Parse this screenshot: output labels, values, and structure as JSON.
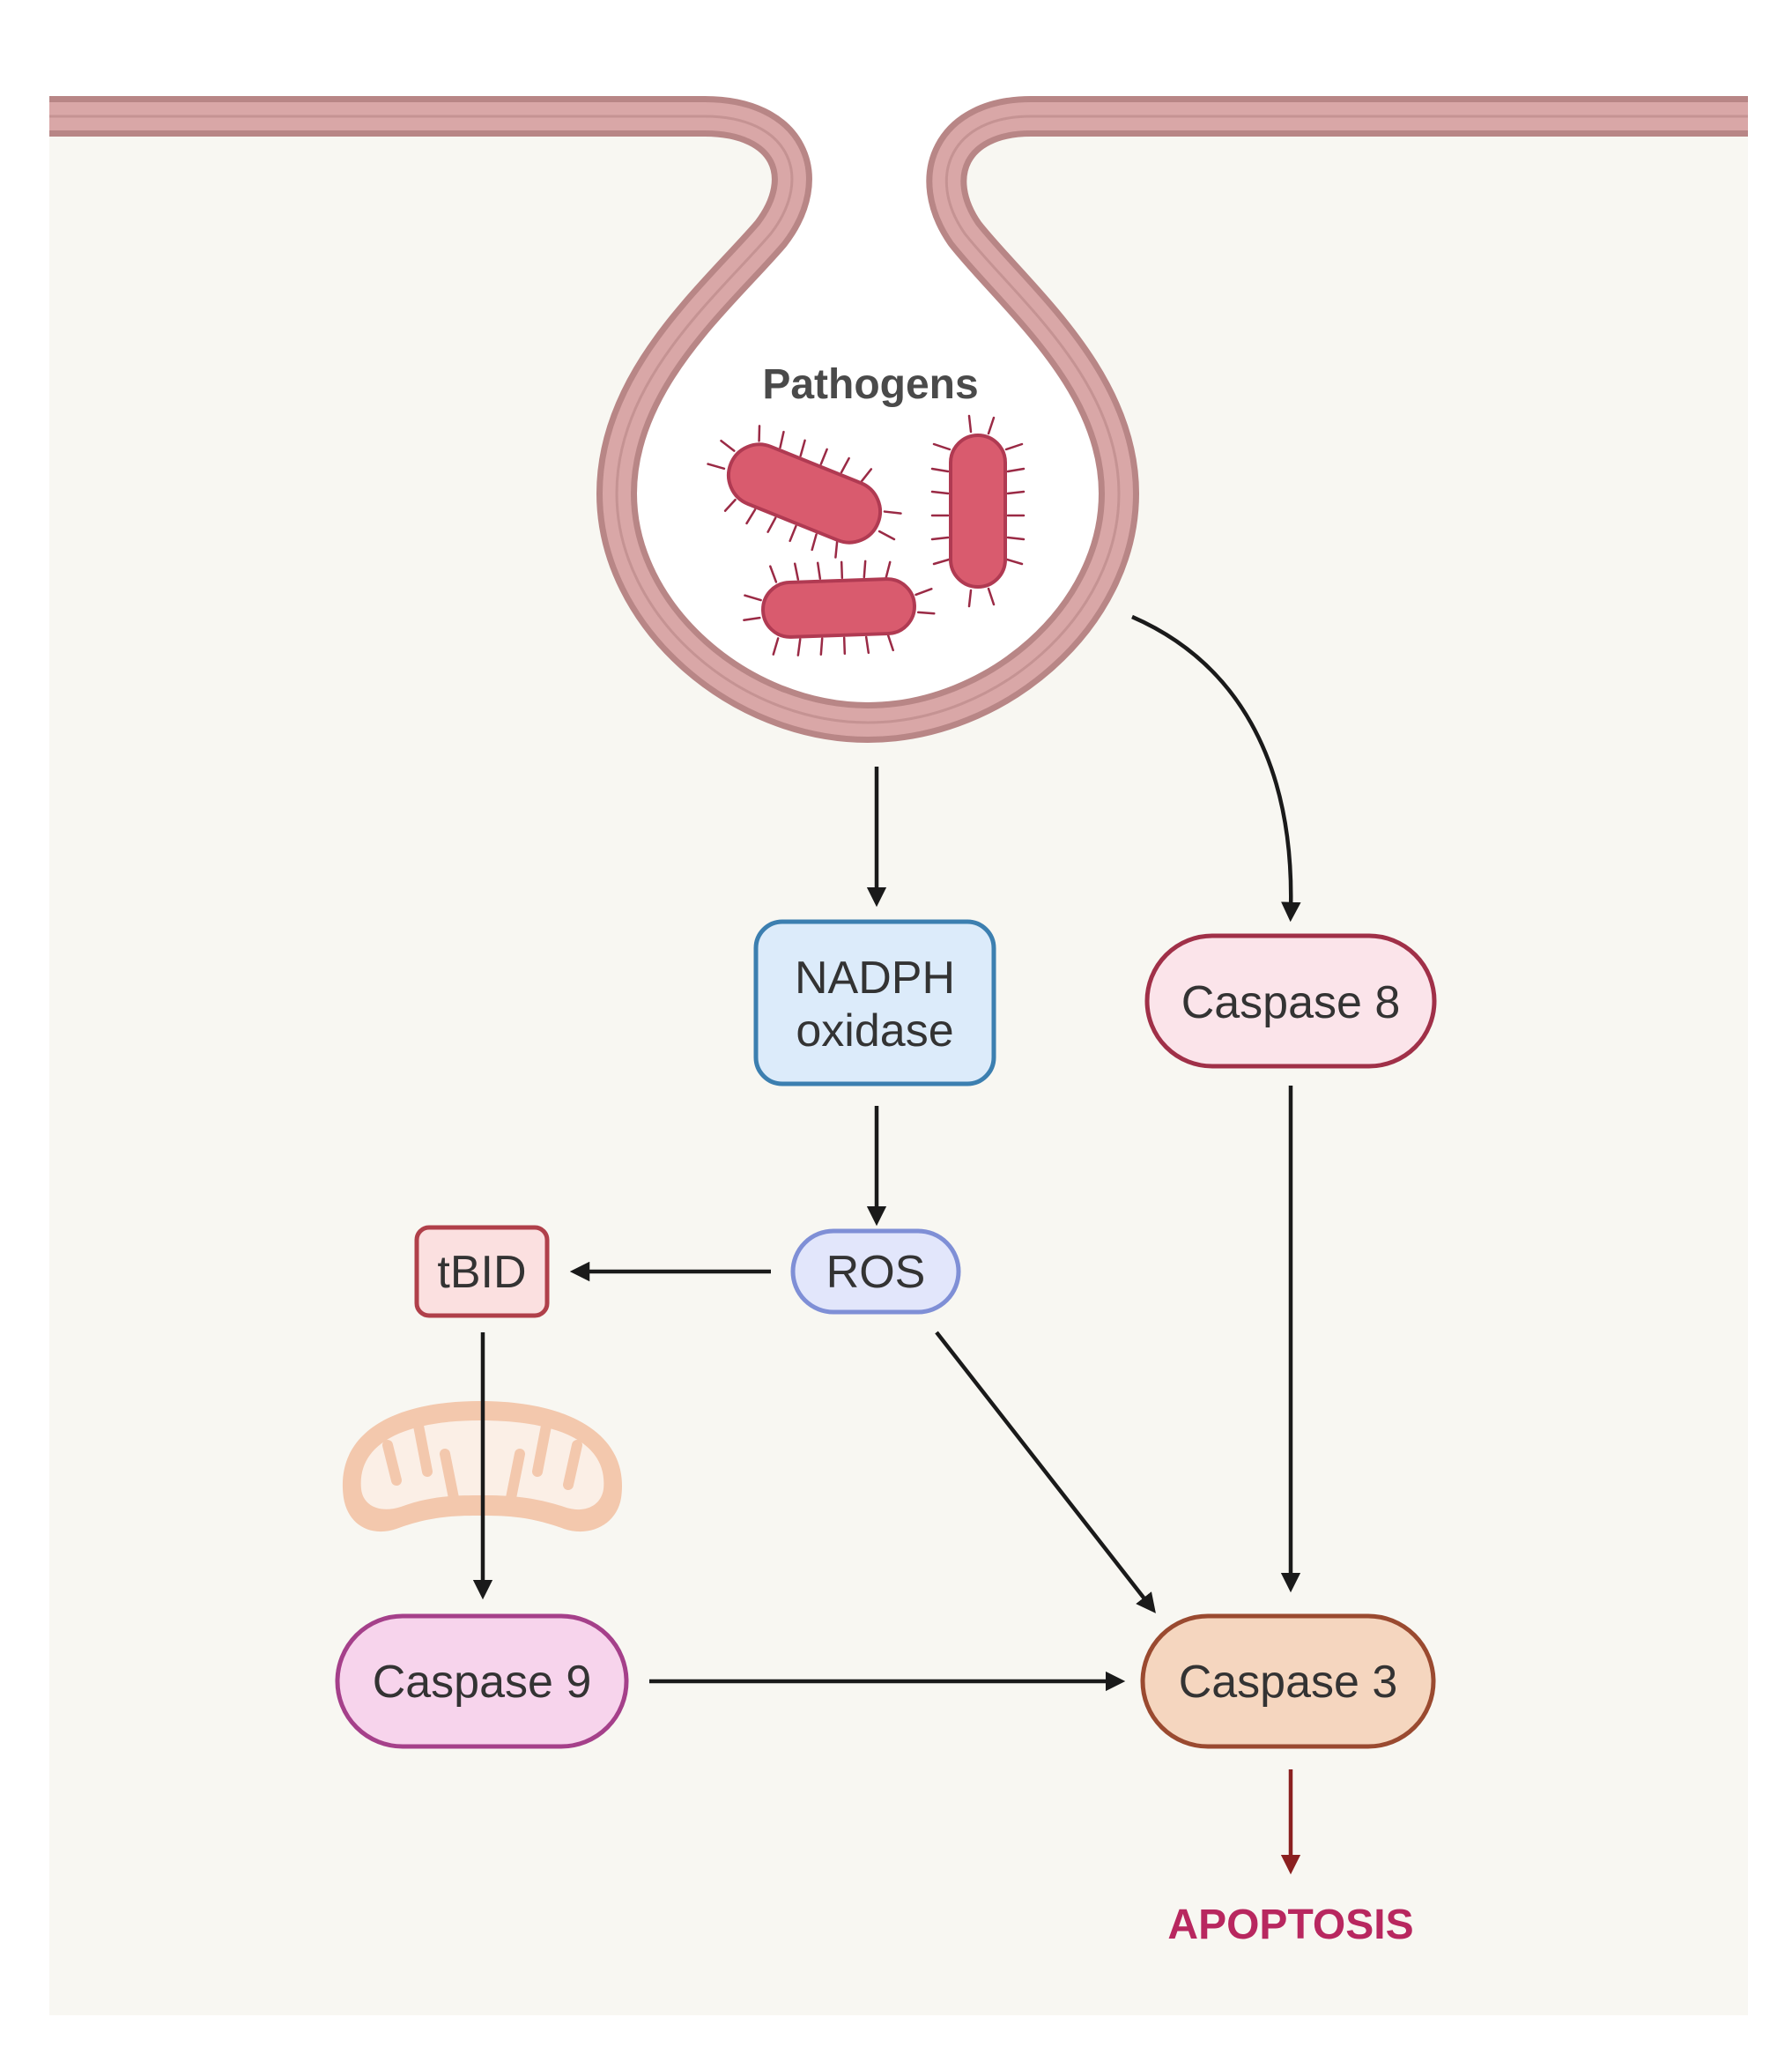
{
  "labels": {
    "pathogens": "Pathogens",
    "nadph_line1": "NADPH",
    "nadph_line2": "oxidase",
    "caspase8": "Caspase 8",
    "ros": "ROS",
    "tbid": "tBID",
    "caspase9": "Caspase 9",
    "caspase3": "Caspase 3",
    "apoptosis": "APOPTOSIS"
  },
  "colors": {
    "cytoplasm": "#f8f7f2",
    "membrane": "#d9a7a7",
    "membrane_edge": "#b88686",
    "bacteria": "#d95b6e",
    "nadph_fill": "#dcebfa",
    "nadph_stroke": "#3c7fb0",
    "caspase8_fill": "#fbe4ea",
    "caspase8_stroke": "#a03048",
    "ros_fill": "#e2e6fb",
    "ros_stroke": "#7f8fd6",
    "tbid_fill": "#fbe0e0",
    "tbid_stroke": "#b0404a",
    "caspase9_fill": "#f7d4ec",
    "caspase9_stroke": "#a5408a",
    "caspase3_fill": "#f5d6bf",
    "caspase3_stroke": "#9a4a30",
    "mitochondrion": "#f3c8ad",
    "arrow": "#1a1a1a",
    "apoptosis_arrow": "#8b2020"
  }
}
